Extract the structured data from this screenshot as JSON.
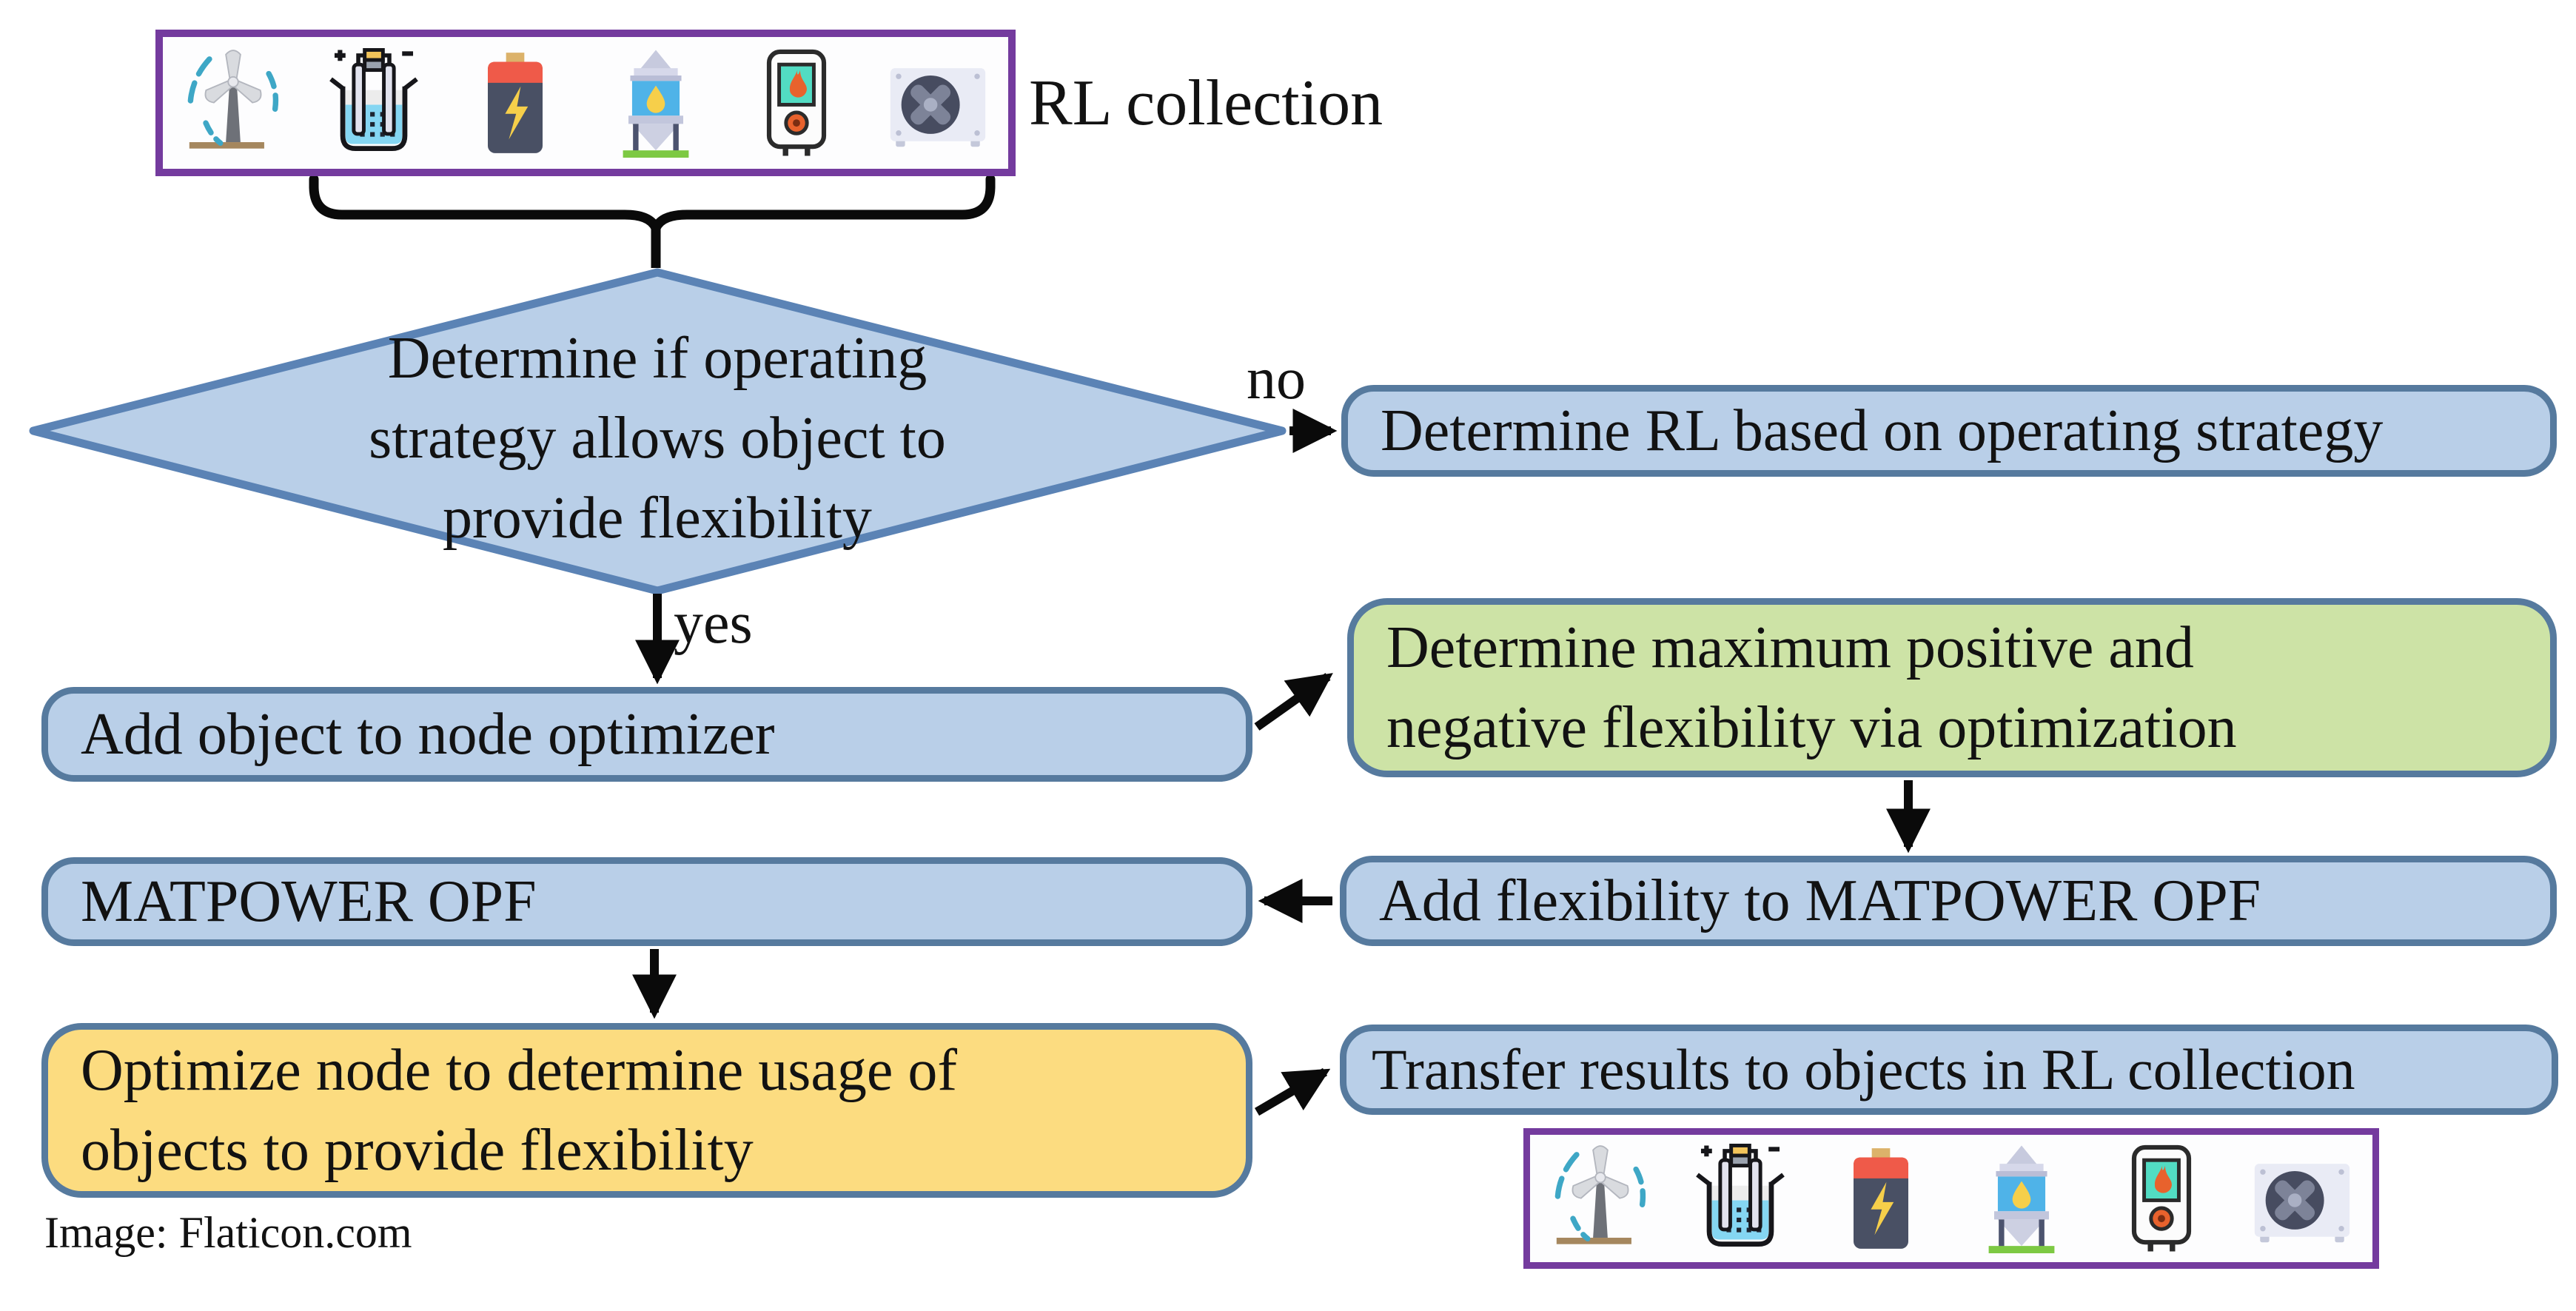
{
  "figure": {
    "credit": "Image: Flaticon.com"
  },
  "colors": {
    "blue": "#b9cfe8",
    "green": "#cde3a6",
    "yellow": "#fcdc80",
    "shape_border": "#567a9e",
    "diamond_border": "#5b83b5",
    "purple": "#743b9e",
    "arrow": "#0a0a0a",
    "text": "#121212"
  },
  "rl_collection": {
    "label": "RL collection",
    "icons": [
      "wind-turbine-icon",
      "electrolyzer-icon",
      "battery-icon",
      "storage-tank-icon",
      "water-heater-icon",
      "heat-pump-icon"
    ]
  },
  "nodes": {
    "decision": {
      "lines": [
        "Determine if operating",
        "strategy allows object to",
        "provide flexibility"
      ]
    },
    "branch_no": {
      "label": "no"
    },
    "branch_yes": {
      "label": "yes"
    },
    "determine_rl": {
      "label": "Determine RL based on operating strategy"
    },
    "add_object": {
      "label": "Add object to node optimizer"
    },
    "determine_flexibility": {
      "lines": [
        "Determine maximum positive and",
        "negative flexibility via optimization"
      ]
    },
    "matpower_opf": {
      "label": "MATPOWER OPF"
    },
    "add_flexibility": {
      "label": "Add flexibility to MATPOWER OPF"
    },
    "optimize_node": {
      "lines": [
        "Optimize node to determine usage of",
        "objects to provide flexibility"
      ]
    },
    "transfer_results": {
      "label": "Transfer results to objects in RL collection"
    }
  }
}
